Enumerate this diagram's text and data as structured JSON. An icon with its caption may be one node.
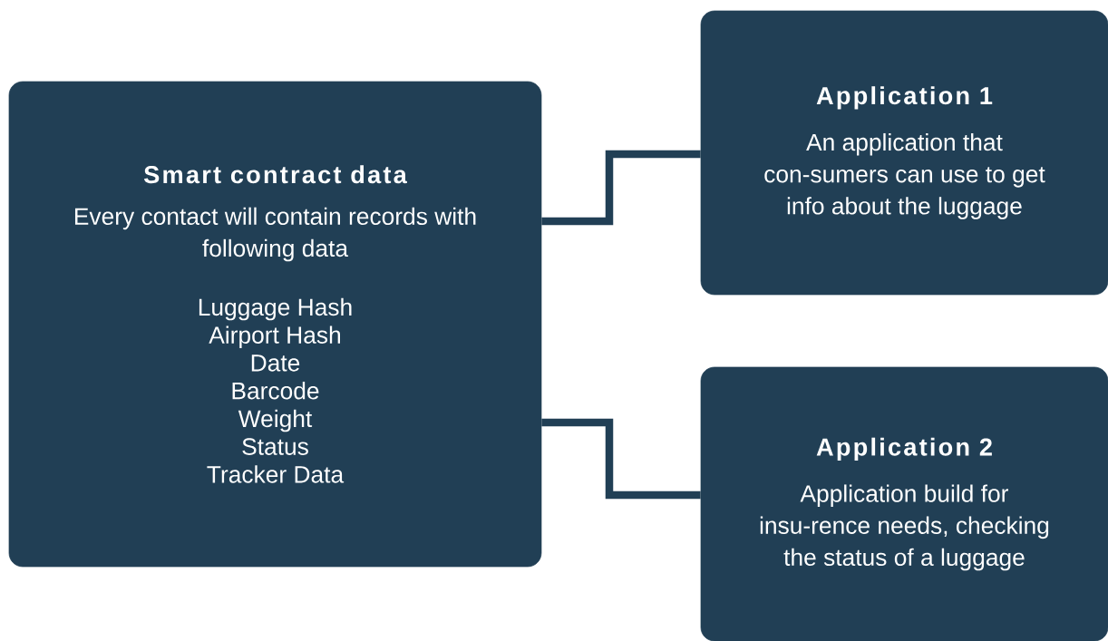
{
  "diagram": {
    "nodes": [
      {
        "text": [
          "Smart contract data",
          "Every contact will contain records with following data",
          "Luggage Hash",
          "Airport Hash",
          "Date",
          "Barcode",
          "Weight",
          "Status",
          "Tracker Data"
        ]
      },
      {
        "text": [
          "Application 1",
          "An application that con-sumers can use to get info about the luggage"
        ]
      },
      {
        "text": [
          "Application 2",
          "Application build for insu-rence needs, checking the status of a luggage"
        ]
      }
    ],
    "edges": [
      {
        "from": 0,
        "to": 1,
        "arrow": "none"
      },
      {
        "from": 0,
        "to": 2,
        "arrow": "none"
      }
    ]
  }
}
